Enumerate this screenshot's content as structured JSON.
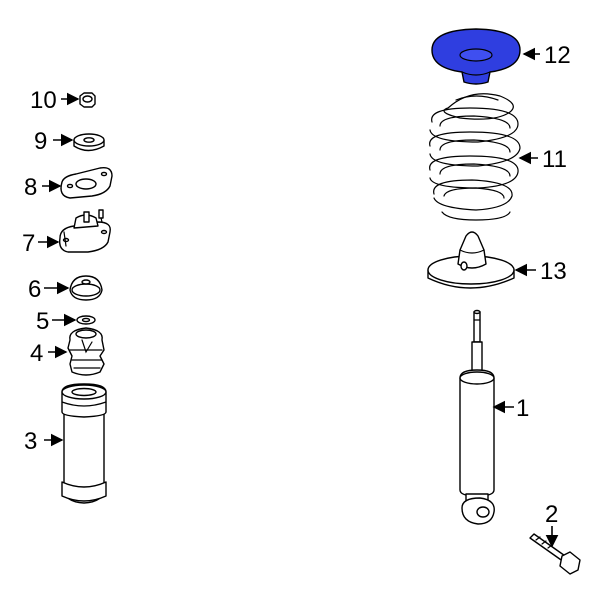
{
  "diagram": {
    "highlight_color": "#2f3ee0",
    "line_color": "#000000",
    "background": "#ffffff",
    "callouts": [
      {
        "id": "c1",
        "label": "1"
      },
      {
        "id": "c2",
        "label": "2"
      },
      {
        "id": "c3",
        "label": "3"
      },
      {
        "id": "c4",
        "label": "4"
      },
      {
        "id": "c5",
        "label": "5"
      },
      {
        "id": "c6",
        "label": "6"
      },
      {
        "id": "c7",
        "label": "7"
      },
      {
        "id": "c8",
        "label": "8"
      },
      {
        "id": "c9",
        "label": "9"
      },
      {
        "id": "c10",
        "label": "10"
      },
      {
        "id": "c11",
        "label": "11"
      },
      {
        "id": "c12",
        "label": "12"
      },
      {
        "id": "c13",
        "label": "13"
      }
    ],
    "highlighted_part": "12"
  }
}
